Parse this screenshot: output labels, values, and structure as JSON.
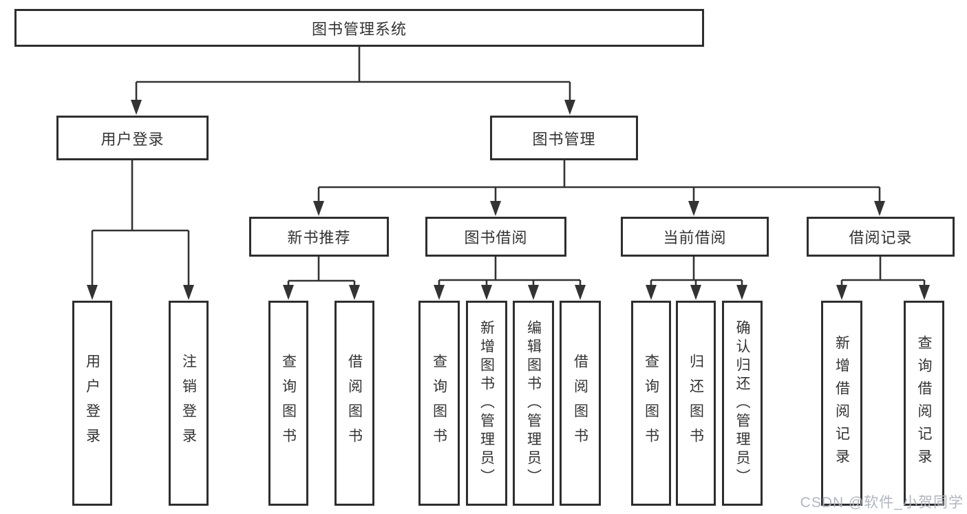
{
  "title": "图书管理系统",
  "watermark": {
    "text": "CSDN @软件_小贺同学"
  },
  "colors": {
    "line": "#333333",
    "border": "#2e2e2e",
    "text": "#333333",
    "background": "#ffffff",
    "watermark": "#acb2bc"
  },
  "nodes": {
    "root": {
      "label": "图书管理系统"
    },
    "user_login": {
      "label": "用户登录"
    },
    "book_mgmt": {
      "label": "图书管理"
    },
    "new_book_rec": {
      "label": "新书推荐"
    },
    "book_borrow": {
      "label": "图书借阅"
    },
    "current_borrow": {
      "label": "当前借阅"
    },
    "borrow_records": {
      "label": "借阅记录"
    },
    "leaf_login": {
      "label": "用户登录"
    },
    "leaf_logout": {
      "label": "注销登录"
    },
    "rec_query_book": {
      "label": "查询图书"
    },
    "rec_borrow_book": {
      "label": "借阅图书"
    },
    "bb_query_book": {
      "label": "查询图书"
    },
    "bb_add_book": {
      "label": "新增图书（管理员）"
    },
    "bb_edit_book": {
      "label": "编辑图书（管理员）"
    },
    "bb_borrow_book": {
      "label": "借阅图书"
    },
    "cb_query_book": {
      "label": "查询图书"
    },
    "cb_return_book": {
      "label": "归还图书"
    },
    "cb_confirm_return": {
      "label": "确认归还（管理员）"
    },
    "br_add_record": {
      "label": "新增借阅记录"
    },
    "br_query_record": {
      "label": "查询借阅记录"
    }
  },
  "edges": [
    [
      "root",
      "user_login"
    ],
    [
      "root",
      "book_mgmt"
    ],
    [
      "user_login",
      "leaf_login"
    ],
    [
      "user_login",
      "leaf_logout"
    ],
    [
      "book_mgmt",
      "new_book_rec"
    ],
    [
      "book_mgmt",
      "book_borrow"
    ],
    [
      "book_mgmt",
      "current_borrow"
    ],
    [
      "book_mgmt",
      "borrow_records"
    ],
    [
      "new_book_rec",
      "rec_query_book"
    ],
    [
      "new_book_rec",
      "rec_borrow_book"
    ],
    [
      "book_borrow",
      "bb_query_book"
    ],
    [
      "book_borrow",
      "bb_add_book"
    ],
    [
      "book_borrow",
      "bb_edit_book"
    ],
    [
      "book_borrow",
      "bb_borrow_book"
    ],
    [
      "current_borrow",
      "cb_query_book"
    ],
    [
      "current_borrow",
      "cb_return_book"
    ],
    [
      "current_borrow",
      "cb_confirm_return"
    ],
    [
      "borrow_records",
      "br_add_record"
    ],
    [
      "borrow_records",
      "br_query_record"
    ]
  ]
}
